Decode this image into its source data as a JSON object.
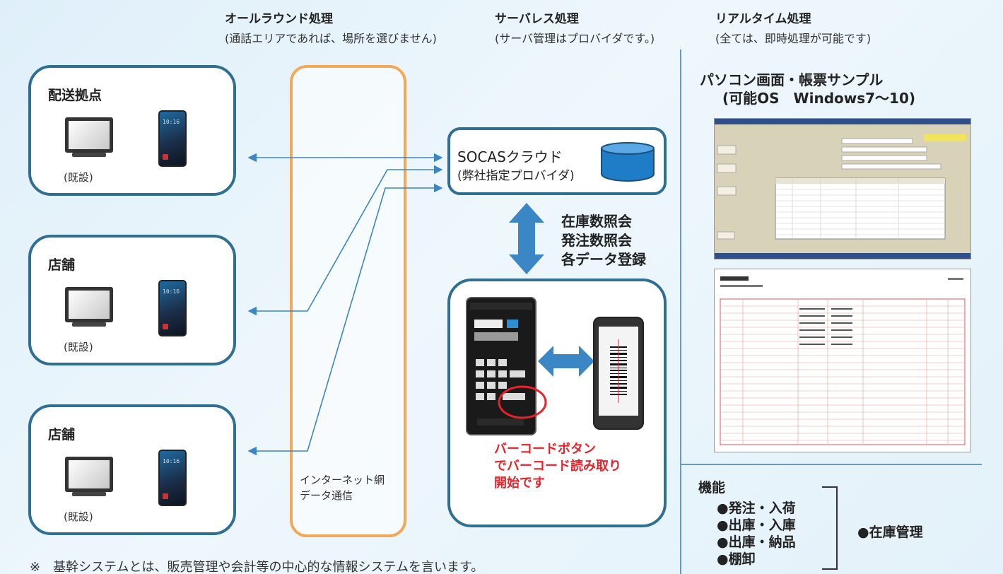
{
  "header": {
    "col1_title": "オールラウンド処理",
    "col1_sub": "(通話エリアであれば、場所を選びません)",
    "col2_title": "サーバレス処理",
    "col2_sub": "(サーバ管理はプロバイダです。)",
    "col3_title": "リアルタイム処理",
    "col3_sub": "(全ては、即時処理が可能です)"
  },
  "sites": [
    {
      "title": "配送拠点",
      "existing": "(既設)"
    },
    {
      "title": "店舗",
      "existing": "(既設)"
    },
    {
      "title": "店舗",
      "existing": "(既設)"
    }
  ],
  "phone_time": "10:16",
  "internet": {
    "line1": "インターネット網",
    "line2": "データ通信"
  },
  "cloud": {
    "title": "SOCASクラウド",
    "subtitle": "(弊社指定プロバイダ)"
  },
  "operations": [
    "在庫数照会",
    "発注数照会",
    "各データ登録"
  ],
  "scan_caption": [
    "バーコードボタン",
    "でバーコード読み取り",
    "開始です"
  ],
  "sample": {
    "title_line1": "パソコン画面・帳票サンプル",
    "title_line2": "(可能OS　Windows7〜10)"
  },
  "functions": {
    "title": "機能",
    "items": [
      "●発注・入荷",
      "●出庫・入庫",
      "●出庫・納品",
      "●棚卸"
    ],
    "summary": "●在庫管理"
  },
  "note": "※　基幹システムとは、販売管理や会計等の中心的な情報システムを言います。",
  "colors": {
    "box_border": "#2f6f93",
    "net_border": "#f3a857",
    "arrow": "#3b86c4",
    "red": "#e8222b"
  }
}
